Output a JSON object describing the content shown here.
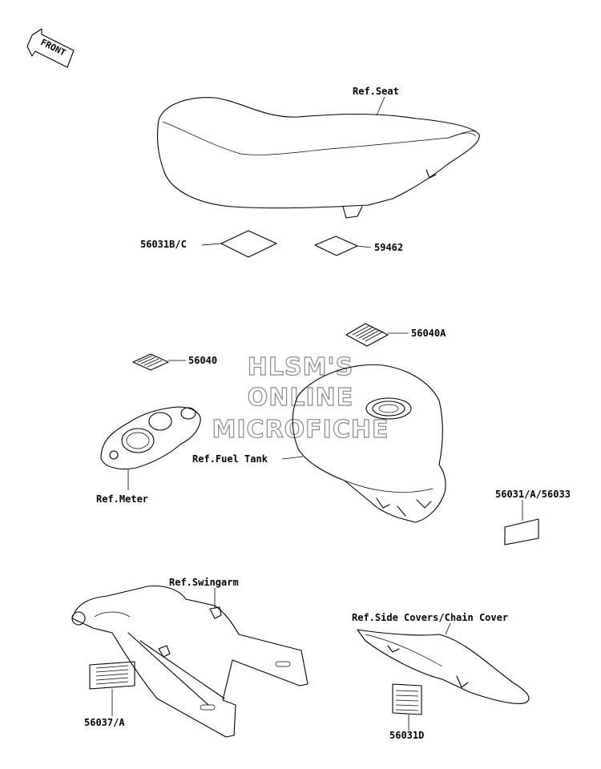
{
  "front_arrow": {
    "label": "FRONT"
  },
  "watermark": {
    "lines": [
      "HLSM'S",
      "ONLINE",
      "MICROFICHE"
    ]
  },
  "labels": {
    "ref_seat": "Ref.Seat",
    "part_56031bc": "56031B/C",
    "part_59462": "59462",
    "part_56040a": "56040A",
    "part_56040": "56040",
    "ref_fuel_tank": "Ref.Fuel Tank",
    "ref_meter": "Ref.Meter",
    "part_56031a_56033": "56031/A/56033",
    "ref_swingarm": "Ref.Swingarm",
    "ref_side_covers": "Ref.Side Covers/Chain Cover",
    "part_56037a": "56037/A",
    "part_56031d": "56031D"
  }
}
